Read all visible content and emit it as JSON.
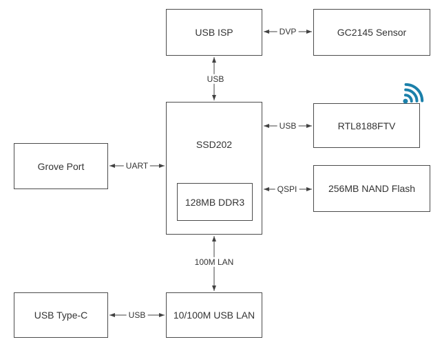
{
  "diagram": {
    "blocks": {
      "usb_isp": {
        "label": "USB ISP"
      },
      "gc2145": {
        "label": "GC2145 Sensor"
      },
      "ssd202": {
        "label": "SSD202"
      },
      "ddr3": {
        "label": "128MB DDR3"
      },
      "rtl8188": {
        "label": "RTL8188FTV"
      },
      "nand": {
        "label": "256MB NAND Flash"
      },
      "grove": {
        "label": "Grove Port"
      },
      "usb_type_c": {
        "label": "USB Type-C"
      },
      "usb_lan": {
        "label": "10/100M USB LAN"
      }
    },
    "connections": {
      "dvp": {
        "label": "DVP",
        "from": "USB ISP",
        "to": "GC2145 Sensor",
        "bidirectional": true
      },
      "usb_isp_soc": {
        "label": "USB",
        "from": "USB ISP",
        "to": "SSD202",
        "bidirectional": true
      },
      "usb_wifi": {
        "label": "USB",
        "from": "SSD202",
        "to": "RTL8188FTV",
        "bidirectional": true
      },
      "qspi": {
        "label": "QSPI",
        "from": "SSD202",
        "to": "256MB NAND Flash",
        "bidirectional": true
      },
      "uart": {
        "label": "UART",
        "from": "Grove Port",
        "to": "SSD202",
        "bidirectional": true
      },
      "lan": {
        "label": "100M LAN",
        "from": "SSD202",
        "to": "10/100M USB LAN",
        "bidirectional": true
      },
      "usb_typec": {
        "label": "USB",
        "from": "USB Type-C",
        "to": "10/100M USB LAN",
        "bidirectional": true
      }
    },
    "icons": {
      "wifi": {
        "name": "wifi-icon",
        "color": "#1b80aa"
      }
    },
    "colors": {
      "background": "#ffffff",
      "block_border": "#4a4a4a",
      "wire": "#424242",
      "text": "#333333"
    }
  }
}
